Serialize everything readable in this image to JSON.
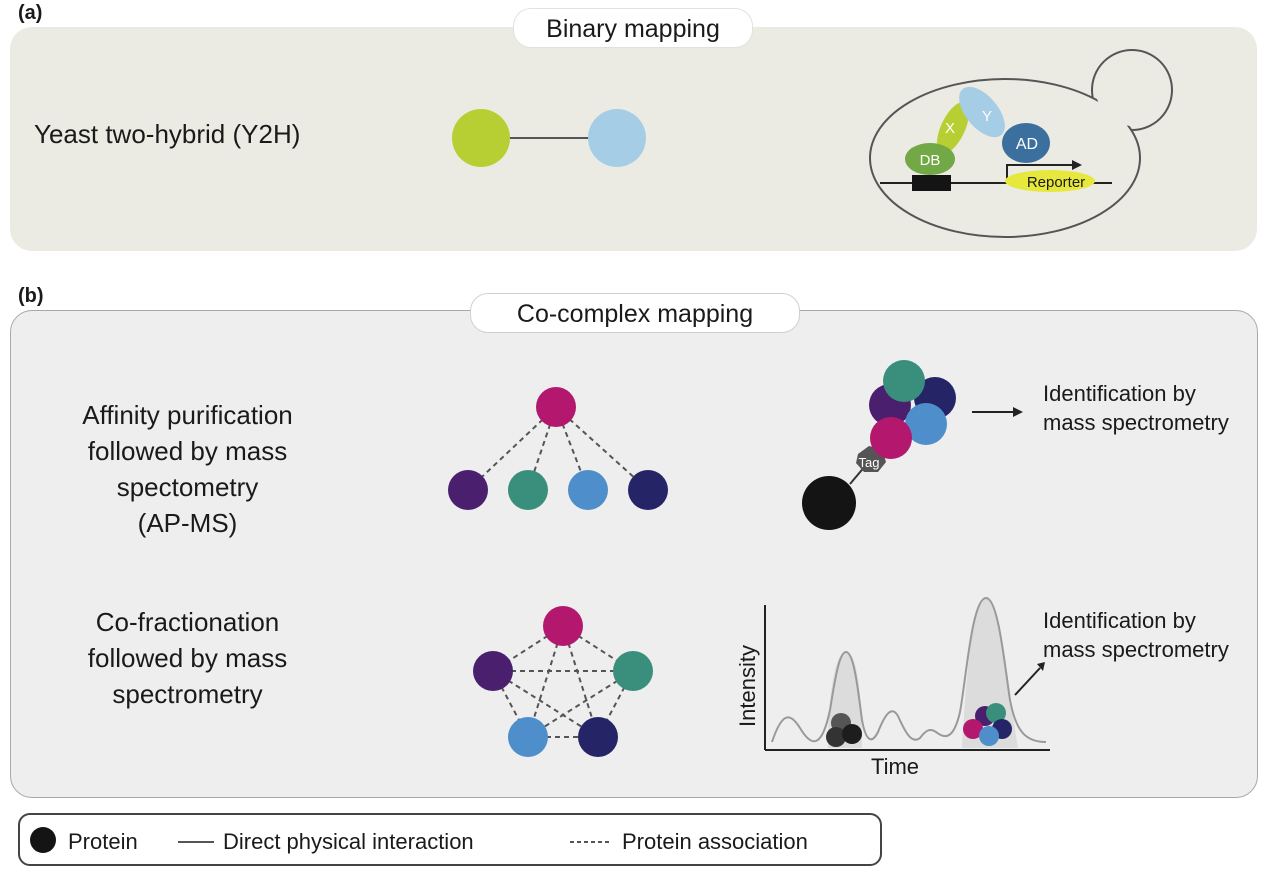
{
  "panel_a": {
    "letter": "(a)",
    "title": "Binary mapping",
    "method": "Yeast two-hybrid (Y2H)",
    "cell_labels": {
      "x": "X",
      "y": "Y",
      "ad": "AD",
      "db": "DB",
      "reporter": "Reporter"
    }
  },
  "panel_b": {
    "letter": "(b)",
    "title": "Co-complex mapping",
    "apms": {
      "lines": [
        "Affinity purification",
        "followed by mass",
        "spectometry",
        "(AP-MS)"
      ],
      "tag": "Tag",
      "ident_lines": [
        "Identification by",
        "mass spectrometry"
      ]
    },
    "cofrac": {
      "lines": [
        "Co-fractionation",
        "followed by mass",
        "spectrometry"
      ],
      "xlabel": "Time",
      "ylabel": "Intensity",
      "ident_lines": [
        "Identification by",
        "mass spectrometry"
      ]
    }
  },
  "legend": {
    "protein": "Protein",
    "direct": "Direct physical interaction",
    "association": "Protein association"
  },
  "colors": {
    "green": "#b8cf33",
    "lightblue": "#a6cde6",
    "magenta": "#b3176e",
    "purple": "#4a1f6e",
    "teal": "#3a8f7c",
    "blue": "#4d8ecb",
    "navy": "#252466",
    "black": "#141414"
  }
}
